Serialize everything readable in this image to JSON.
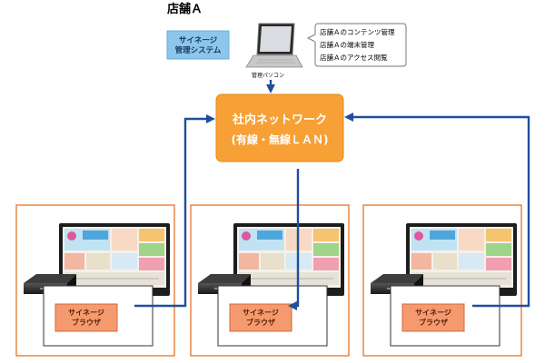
{
  "store": {
    "title": "店舗Ａ",
    "cms": "サイネージ\n管理システム",
    "pc_label": "管理パソコン",
    "callout": [
      "店舗Ａのコンテンツ管理",
      "店舗Ａの端末管理",
      "店舗Ａのアクセス閲覧"
    ]
  },
  "network": {
    "line1": "社内ネットワーク",
    "line2": "(有線・無線ＬＡＮ)"
  },
  "terminals": [
    {
      "browser": "サイネージ\nブラウザ"
    },
    {
      "browser": "サイネージ\nブラウザ"
    },
    {
      "browser": "サイネージ\nブラウザ"
    }
  ],
  "colors": {
    "network_fill": "#f7a035",
    "cms_fill": "#8cc7eb",
    "browser_fill": "#f49a6e",
    "frame_orange": "#e8722a",
    "arrow_blue": "#1f4f9a"
  }
}
